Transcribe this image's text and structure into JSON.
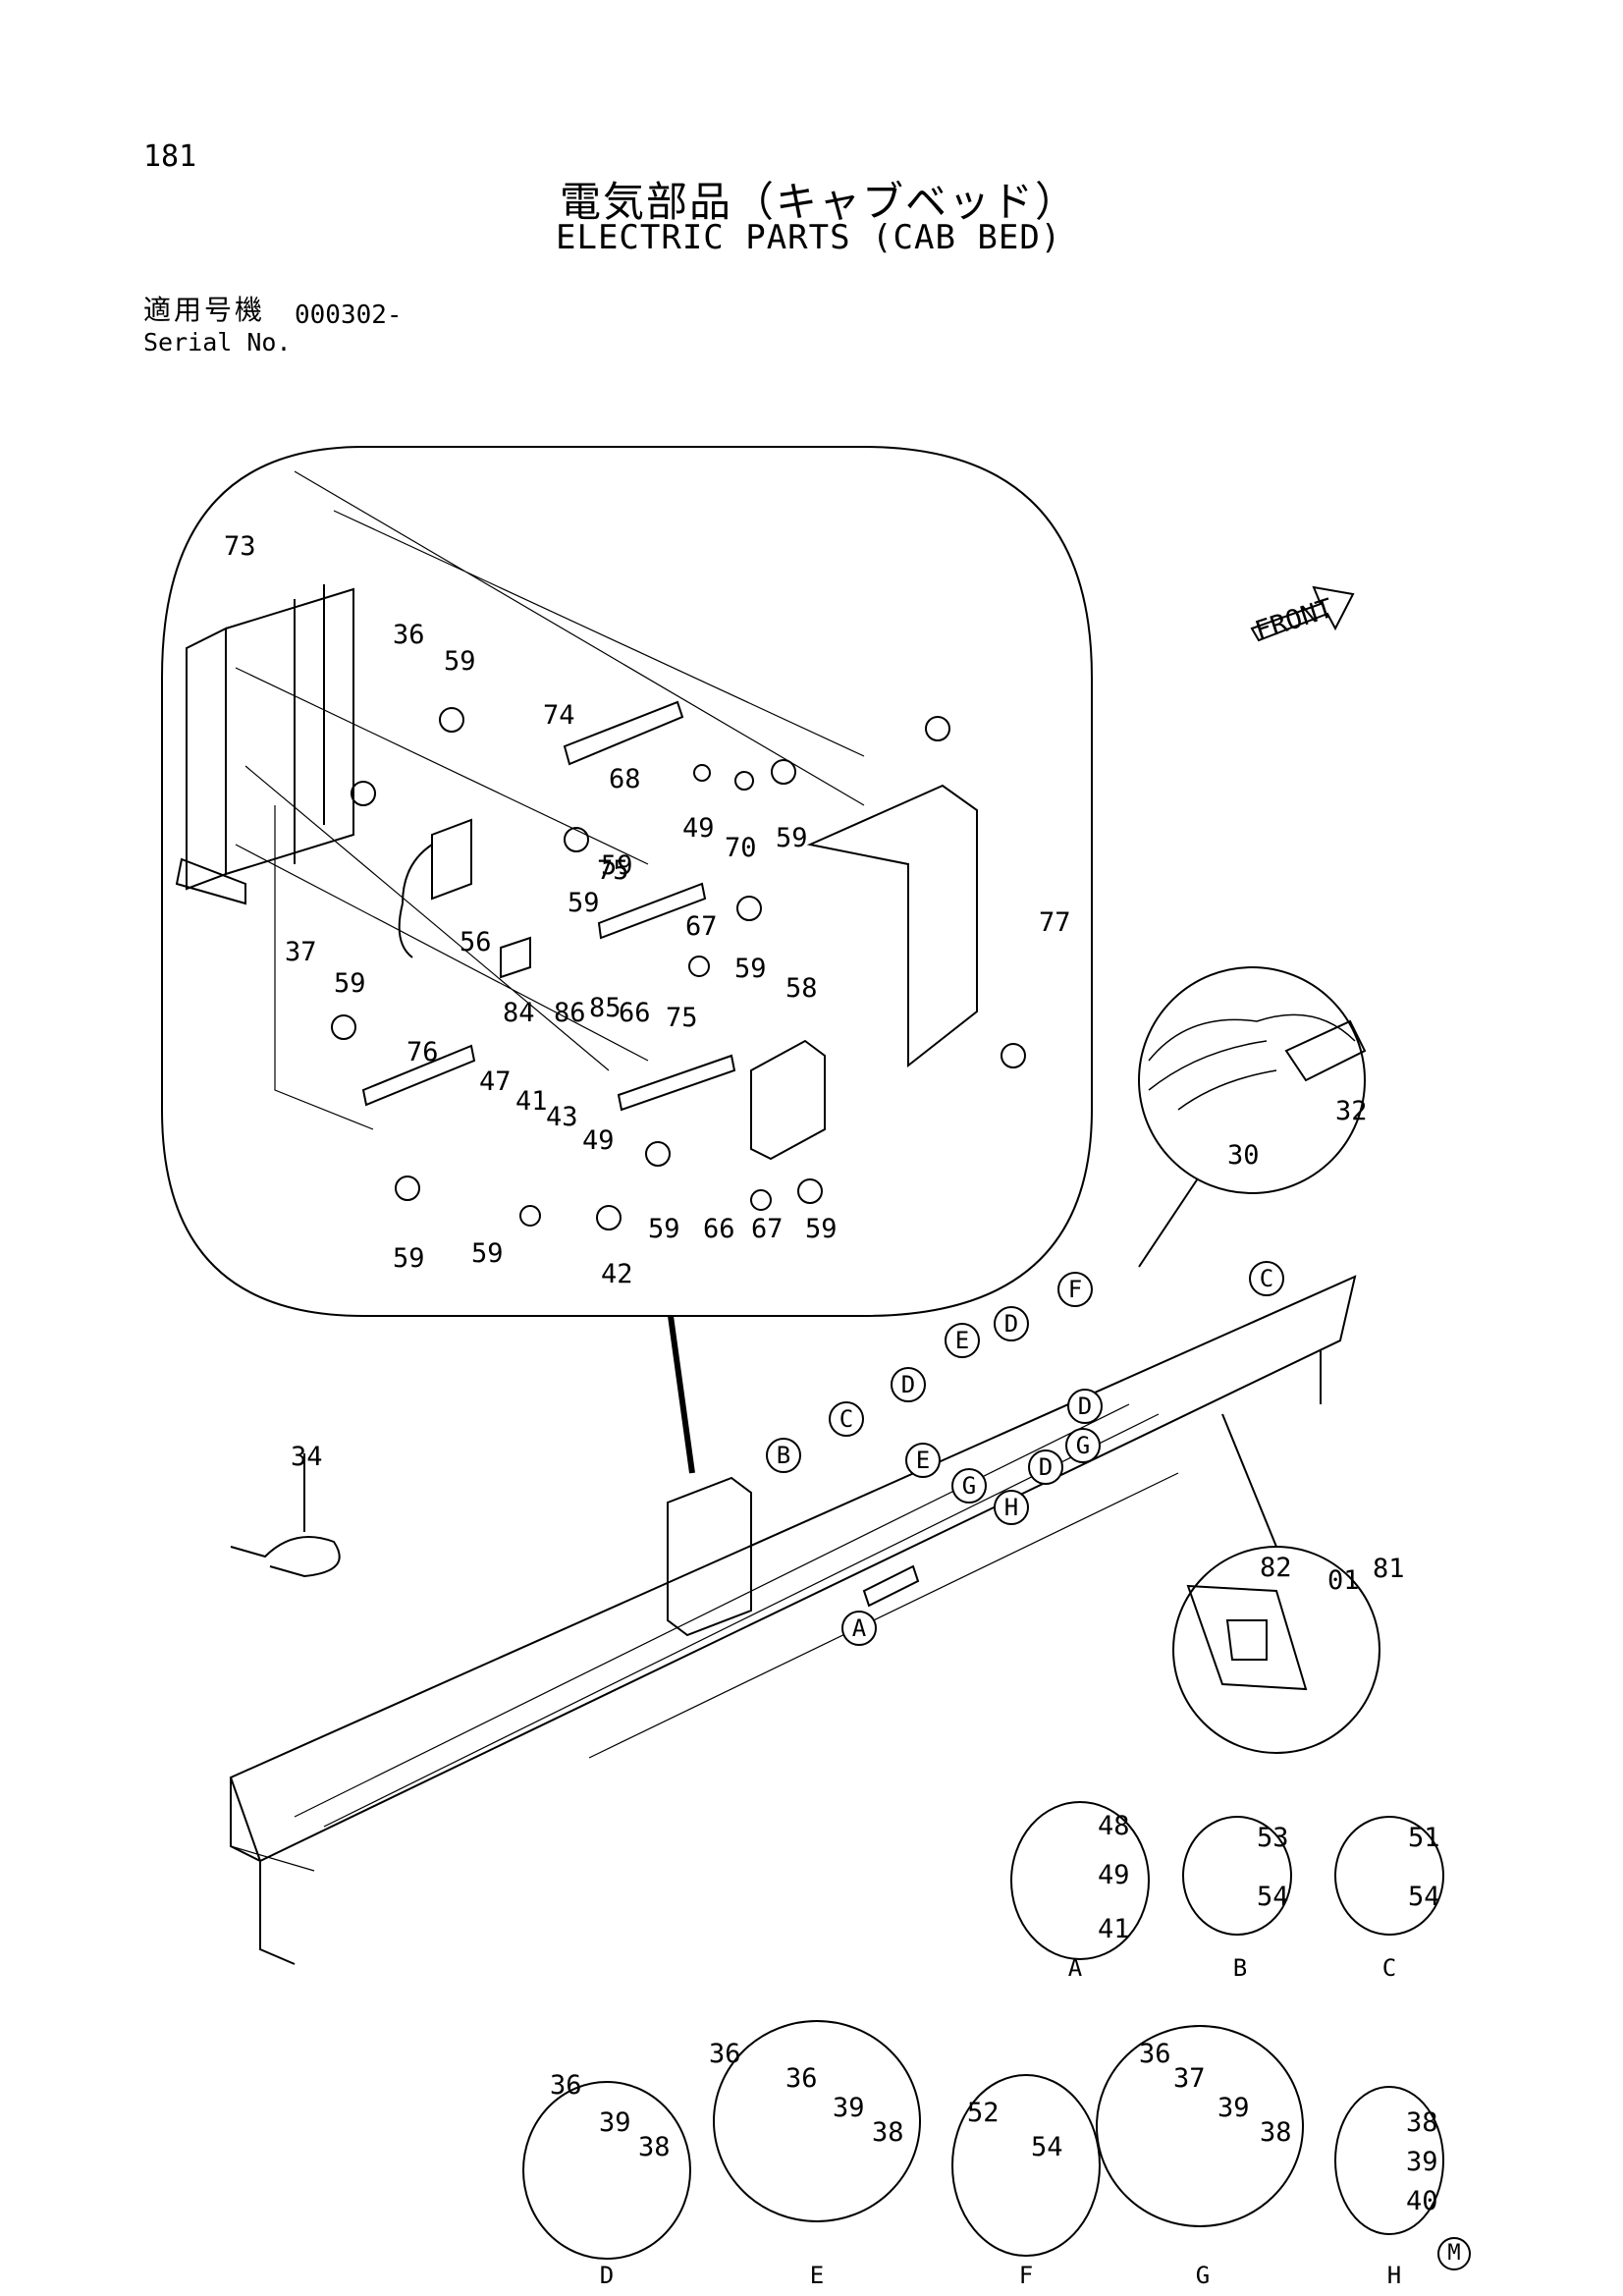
{
  "page_number": "181",
  "title_jp": "電気部品（キャブベッド）",
  "title_en": "ELECTRIC PARTS (CAB BED)",
  "serial_label_jp": "適用号機",
  "serial_label_en": "Serial No.",
  "serial_value": "000302-",
  "front_label": "FRONT",
  "corner_mark": "M",
  "part_labels": [
    "73",
    "36",
    "59",
    "74",
    "68",
    "49",
    "70",
    "59",
    "59",
    "59",
    "75",
    "67",
    "59",
    "37",
    "59",
    "56",
    "84",
    "86",
    "85",
    "66",
    "58",
    "77",
    "76",
    "47",
    "41",
    "43",
    "49",
    "75",
    "59",
    "66",
    "67",
    "59",
    "42",
    "59",
    "59",
    "34",
    "30",
    "32",
    "82",
    "01",
    "81"
  ],
  "callouts": [
    "A",
    "B",
    "C",
    "C",
    "D",
    "D",
    "D",
    "D",
    "E",
    "E",
    "F",
    "G",
    "G",
    "H"
  ],
  "details": [
    {
      "letter": "A",
      "parts": [
        "48",
        "49",
        "41"
      ]
    },
    {
      "letter": "B",
      "parts": [
        "53",
        "54"
      ]
    },
    {
      "letter": "C",
      "parts": [
        "51",
        "54"
      ]
    },
    {
      "letter": "D",
      "parts": [
        "36",
        "39",
        "38"
      ]
    },
    {
      "letter": "E",
      "parts": [
        "36",
        "36",
        "39",
        "38"
      ]
    },
    {
      "letter": "F",
      "parts": [
        "52",
        "54"
      ]
    },
    {
      "letter": "G",
      "parts": [
        "36",
        "37",
        "39",
        "38"
      ]
    },
    {
      "letter": "H",
      "parts": [
        "38",
        "39",
        "40"
      ]
    }
  ]
}
